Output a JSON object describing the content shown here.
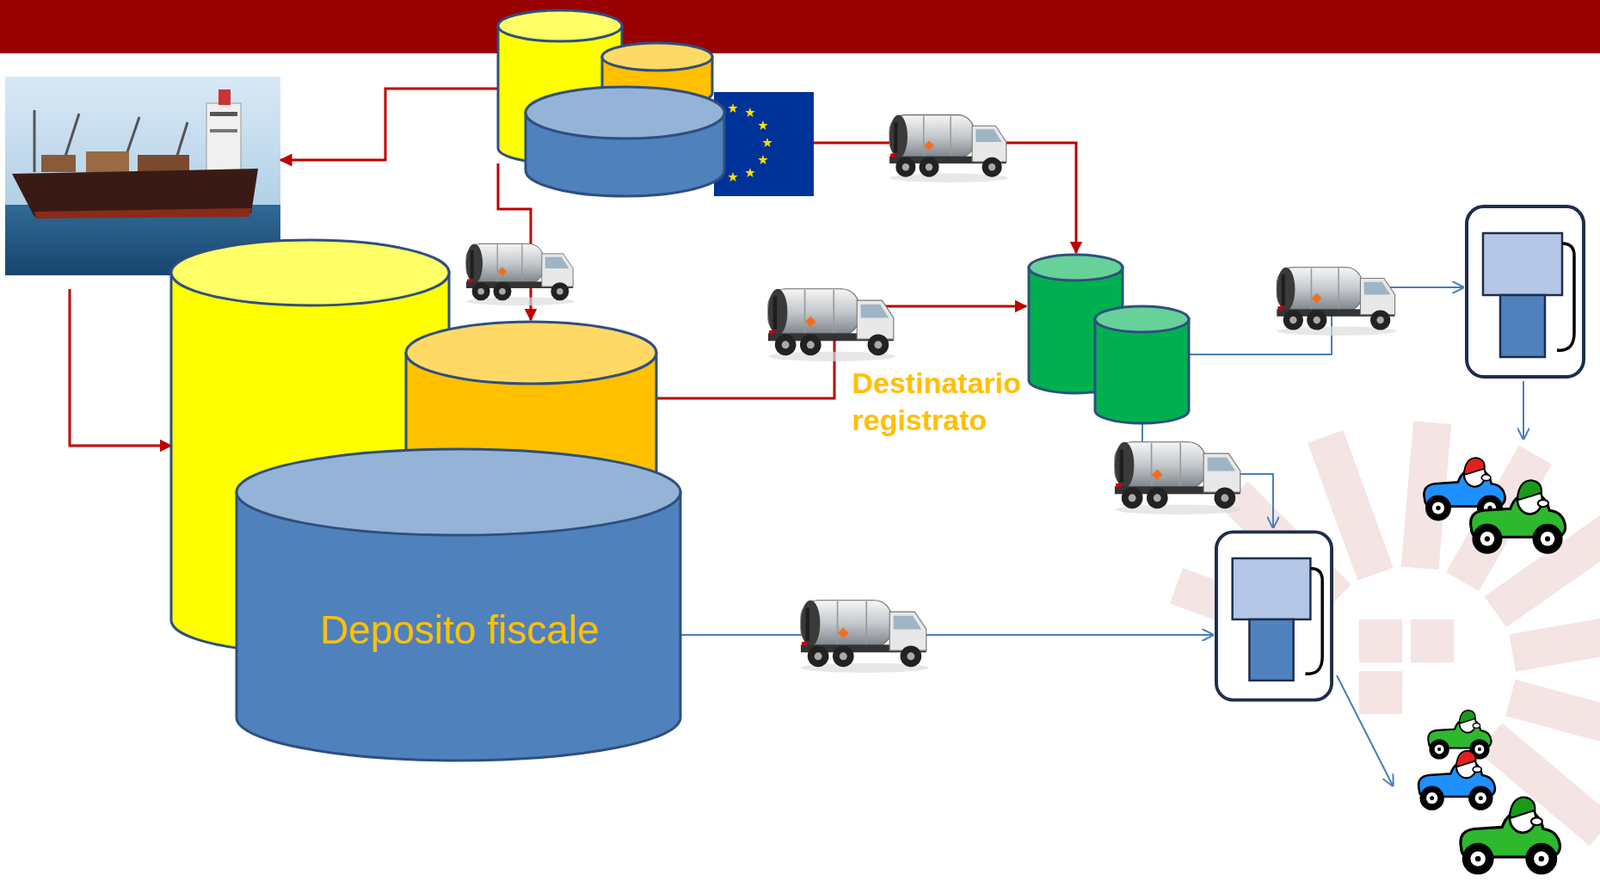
{
  "diagram": {
    "nodes": [
      {
        "text": [
          "Deposito fiscale"
        ]
      },
      {
        "text": [
          "Destinatario registrato"
        ]
      }
    ],
    "edges": [
      {
        "from": 0,
        "to": 1,
        "arrow": "to"
      }
    ]
  }
}
